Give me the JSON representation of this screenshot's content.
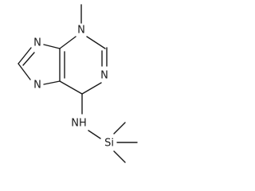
{
  "structure": {
    "atoms": {
      "n3": "N",
      "n9": "N",
      "n7": "N",
      "n1": "N",
      "nh": "NH",
      "si": "Si"
    },
    "colors": {
      "bond": "#1a1a1a",
      "label": "#1a1a1a",
      "background": "#ffffff"
    }
  }
}
